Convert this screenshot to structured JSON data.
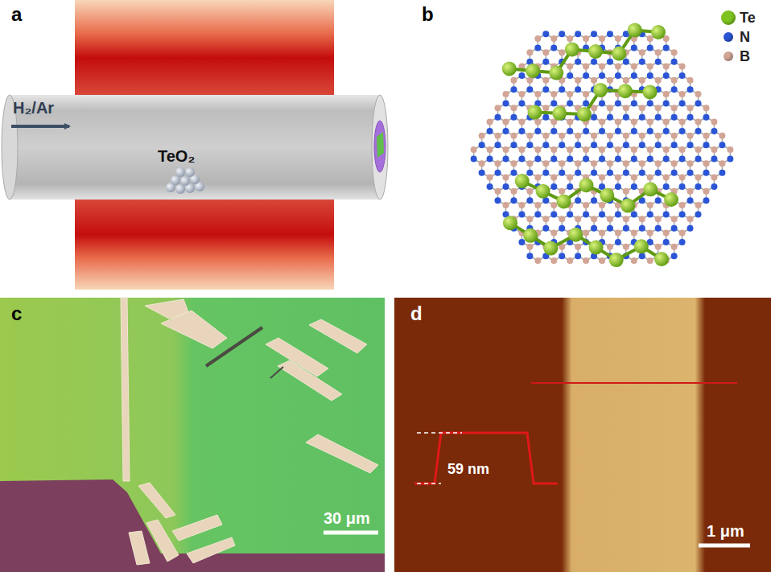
{
  "diagram": {
    "labels": [
      "a",
      "H₂/Ar",
      "TeO₂",
      "b",
      "c",
      "30 μm",
      "d",
      "59 nm",
      "1 μm"
    ],
    "legend": [
      {
        "text": "Te",
        "color": "#7dc21e"
      },
      {
        "text": "N",
        "color": "#2b55d6"
      },
      {
        "text": "B",
        "color": "#d2a596"
      }
    ]
  }
}
